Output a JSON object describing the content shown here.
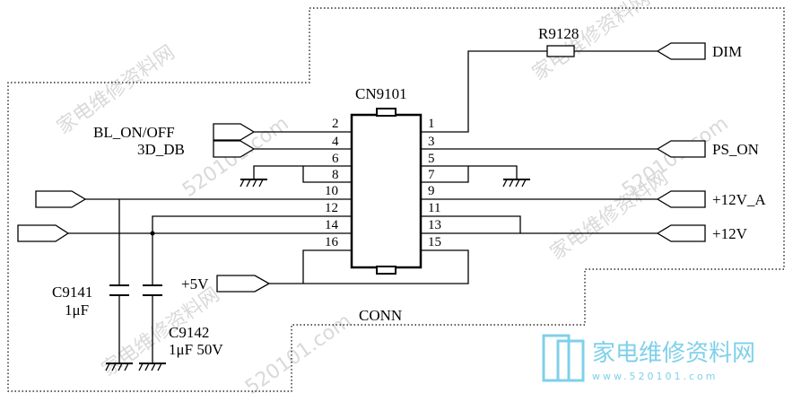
{
  "connector": {
    "ref": "CN9101",
    "type": "CONN",
    "left_pins": [
      "2",
      "4",
      "6",
      "8",
      "10",
      "12",
      "14",
      "16"
    ],
    "right_pins": [
      "1",
      "3",
      "5",
      "7",
      "9",
      "11",
      "13",
      "15"
    ]
  },
  "resistor": {
    "ref": "R9128"
  },
  "capacitors": [
    {
      "ref": "C9141",
      "value": "1μF"
    },
    {
      "ref": "C9142",
      "value": "1μF  50V"
    }
  ],
  "signals": {
    "bl_on_off": "BL_ON/OFF",
    "db_3d": "3D_DB",
    "dim": "DIM",
    "ps_on": "PS_ON",
    "v12a": "+12V_A",
    "v12": "+12V",
    "v5": "+5V"
  },
  "watermark": {
    "site": "家电维修资料网",
    "domain": "520101.com",
    "logo_text": "家电维修资料网",
    "logo_url": "www.520101.com"
  },
  "colors": {
    "line": "#000000",
    "logo": "#7fd0ea",
    "watermark": "#d9d9d9"
  }
}
